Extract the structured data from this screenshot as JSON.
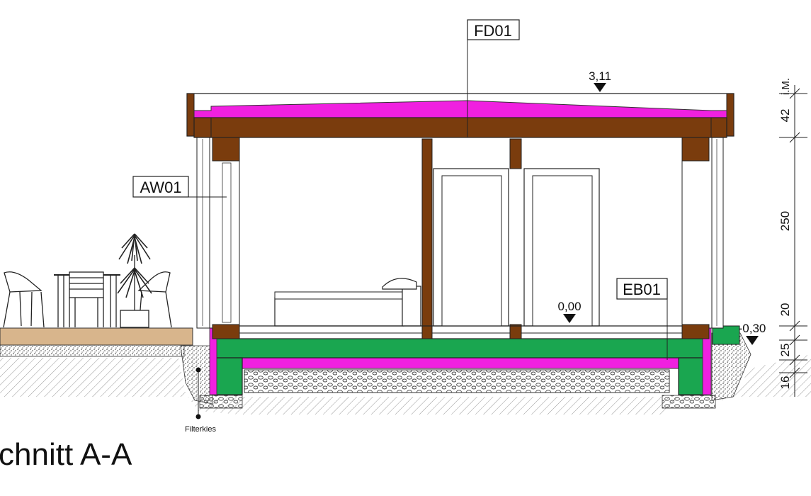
{
  "title": "chnitt A-A",
  "tags": {
    "roof": "FD01",
    "wall": "AW01",
    "floor": "EB01"
  },
  "levels": {
    "roof_top": "3,11",
    "floor": "0,00",
    "ground": "-0,30"
  },
  "dimensions": {
    "d42": "42",
    "im": "i.M.",
    "d250": "250",
    "d20": "20",
    "d25": "25",
    "d16": "16"
  },
  "annotations": {
    "gravel": "Filterkies"
  },
  "colors": {
    "timber": "#7a3c0d",
    "insulation": "#f020e0",
    "slab": "#1aa650",
    "terrace": "#d8b58c"
  }
}
